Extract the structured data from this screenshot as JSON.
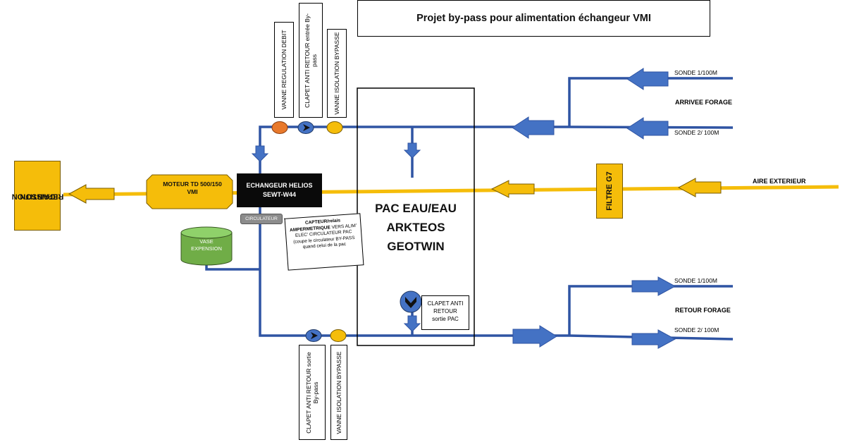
{
  "title": "Projet by-pass pour alimentation échangeur VMI",
  "valve_labels_top": {
    "regulation": "VANNE REGULATION DEBIT",
    "clapet_entree": "CLAPET ANTI RETOUR entrée By-pass",
    "isolation_top": "VANNE ISOLATION BYPASSE"
  },
  "valve_labels_bottom": {
    "clapet_sortie": "CLAPET ANTI RETOUR sortie By-pass",
    "isolation_bottom": "VANNE ISOLATION BYPASSE"
  },
  "caisson": {
    "line1": "CAISSON",
    "line2": "REPARTITION"
  },
  "moteur": {
    "line1": "MOTEUR TD 500/150",
    "line2": "VMI"
  },
  "echangeur": {
    "line1": "ECHANGEUR HELIOS",
    "line2": "SEWT-W44"
  },
  "circulateur": "CIRCULATEUR",
  "vase": {
    "line1": "VASE",
    "line2": "EXPENSION"
  },
  "capteur": {
    "bold": "CAPTEUR/relais AMPERMETRIQUE",
    "text": " VERS ALIM' ELEC' CIRCULATEUR PAC (coupe le circulateur BY-PASS quand celui de la pac"
  },
  "pac": {
    "line1": "PAC EAU/EAU",
    "line2": "ARKTEOS",
    "line3": "GEOTWIN"
  },
  "clapet_pac": {
    "line1": "CLAPET ANTI",
    "line2": "RETOUR",
    "line3": "sortie PAC"
  },
  "filtre": "FILTRE G7",
  "air": "AIRE EXTERIEUR",
  "arrivee": {
    "title": "ARRIVEE FORAGE",
    "sonde1": "SONDE 1/100M",
    "sonde2": "SONDE 2/ 100M"
  },
  "retour": {
    "title": "RETOUR FORAGE",
    "sonde1": "SONDE 1/100M",
    "sonde2": "SONDE 2/ 100M"
  },
  "colors": {
    "pipe_blue": "#2f54a3",
    "arrow_blue": "#4472c4",
    "air_yellow": "#f5bd0a",
    "valve_orange": "#e8792c",
    "vase_green": "#70ad47",
    "echangeur_black": "#0a0a0a",
    "circulateur_grey": "#8c8c8c"
  }
}
